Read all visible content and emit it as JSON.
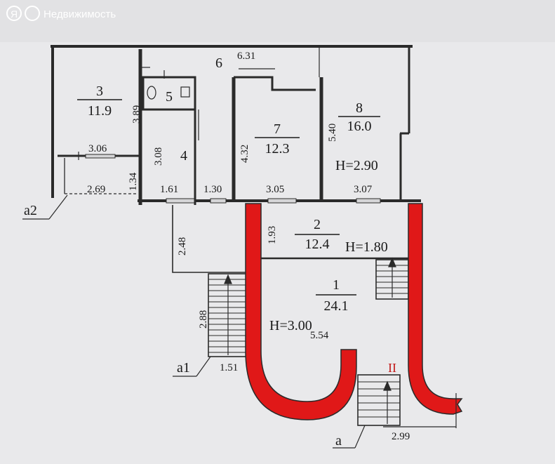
{
  "watermark": {
    "logo_glyph": "Я",
    "text": "Недвижимость"
  },
  "colors": {
    "paper": "#e9e9eb",
    "line": "#2a2a2a",
    "red": "#e01818",
    "roman": "#c21a1a"
  },
  "rooms": [
    {
      "id": "3",
      "area": "11.9"
    },
    {
      "id": "5",
      "area": ""
    },
    {
      "id": "6",
      "area": ""
    },
    {
      "id": "7",
      "area": "12.3"
    },
    {
      "id": "8",
      "area": "16.0"
    },
    {
      "id": "4",
      "area": ""
    },
    {
      "id": "2",
      "area": "12.4"
    },
    {
      "id": "1",
      "area": "24.1"
    }
  ],
  "heights": {
    "h1": "H=2.90",
    "h2": "H=1.80",
    "h3": "H=3.00"
  },
  "dims": {
    "d_631": "6.31",
    "d_389": "3.89",
    "d_432": "4.32",
    "d_540": "5.40",
    "d_306": "3.06",
    "d_308": "3.08",
    "d_134": "1.34",
    "d_269": "2.69",
    "d_161": "1.61",
    "d_130": "1.30",
    "d_305": "3.05",
    "d_307": "3.07",
    "d_248": "2.48",
    "d_193": "1.93",
    "d_288": "2.88",
    "d_151": "1.51",
    "d_554": "5.54",
    "d_299": "2.99"
  },
  "labels": {
    "a": "а",
    "a1": "а1",
    "a2": "а2",
    "roman": "II"
  }
}
